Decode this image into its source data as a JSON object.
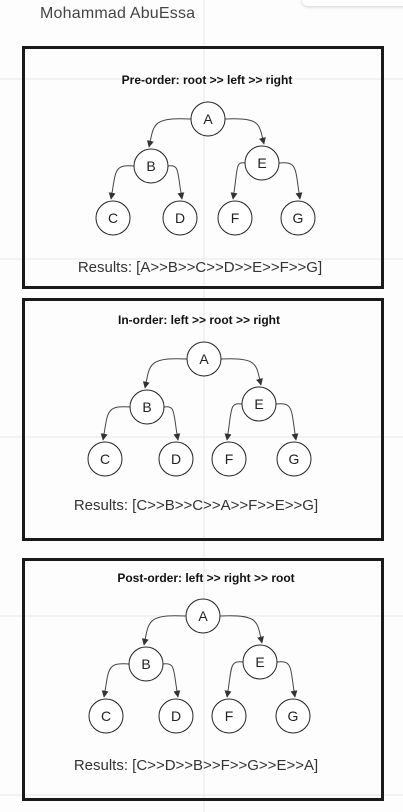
{
  "author": "Mohammad AbuEssa",
  "diagrams": [
    {
      "title": "Pre-order: root >> left >> right",
      "result": "Results: [A>>B>>C>>D>>E>>F>>G]",
      "nodes": [
        "A",
        "B",
        "E",
        "C",
        "D",
        "F",
        "G"
      ]
    },
    {
      "title": "In-order: left >> root >> right",
      "result": "Results: [C>>B>>C>>A>>F>>E>>G]",
      "nodes": [
        "A",
        "B",
        "E",
        "C",
        "D",
        "F",
        "G"
      ]
    },
    {
      "title": "Post-order: left >> right >> root",
      "result": "Results: [C>>D>>B>>F>>G>>E>>A]",
      "nodes": [
        "A",
        "B",
        "E",
        "C",
        "D",
        "F",
        "G"
      ]
    }
  ]
}
